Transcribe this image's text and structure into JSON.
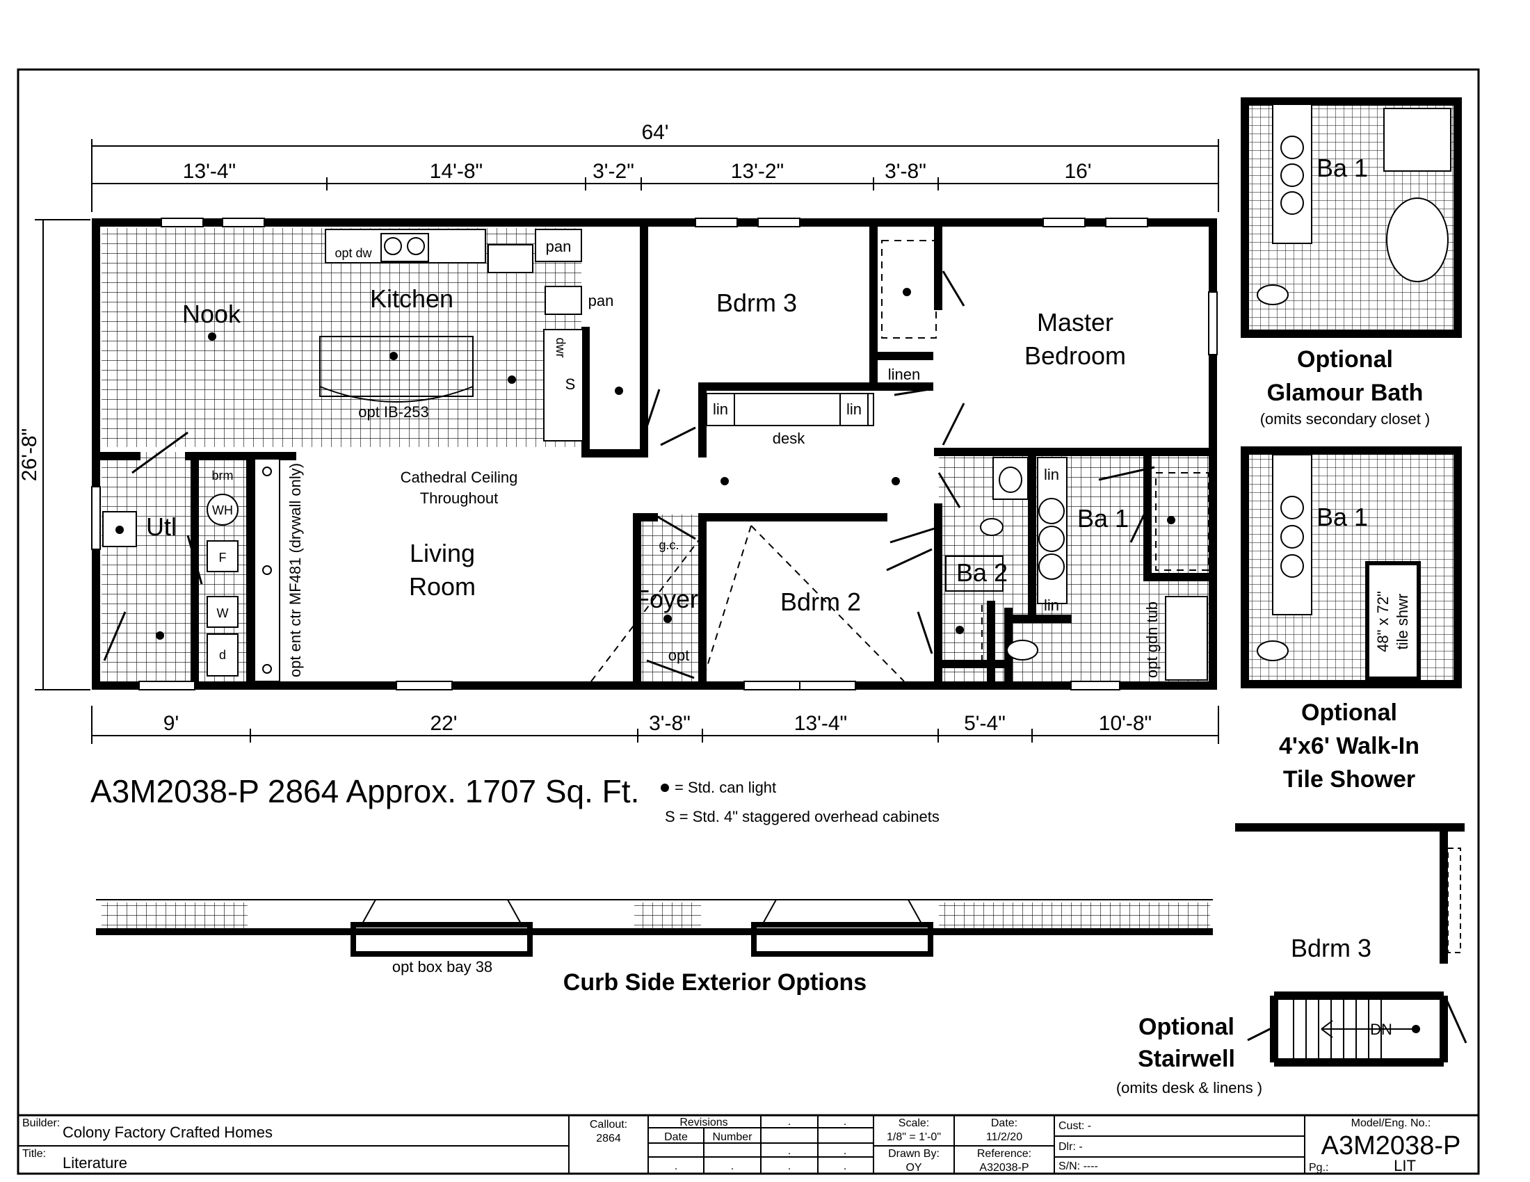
{
  "dimensions": {
    "overall_width": "64'",
    "overall_depth": "26'-8\"",
    "top": [
      "13'-4\"",
      "14'-8\"",
      "3'-2\"",
      "13'-2\"",
      "3'-8\"",
      "16'"
    ],
    "bottom": [
      "9'",
      "22'",
      "3'-8\"",
      "13'-4\"",
      "5'-4\"",
      "10'-8\""
    ]
  },
  "rooms": {
    "nook": "Nook",
    "kitchen": "Kitchen",
    "bdrm3": "Bdrm 3",
    "master_1": "Master",
    "master_2": "Bedroom",
    "utl": "Utl",
    "living_1": "Living",
    "living_2": "Room",
    "foyer": "Foyer",
    "bdrm2": "Bdrm 2",
    "ba1": "Ba 1",
    "ba2": "Ba 2"
  },
  "fixtures": {
    "opt_dw": "opt dw",
    "pan": "pan",
    "dwr": "dwr",
    "s": "S",
    "opt_island": "opt IB-253",
    "linen": "linen",
    "lin": "lin",
    "desk": "desk",
    "brm": "brm",
    "wh": "WH",
    "f": "F",
    "w": "W",
    "d": "d",
    "gc": "g.c.",
    "opt": "opt",
    "ent_ctr": "opt ent ctr MF481 (drywall only)",
    "cathedral_1": "Cathedral Ceiling",
    "cathedral_2": "Throughout",
    "gdn_tub": "opt gdn tub"
  },
  "model_line": "A3M2038-P 2864  Approx. 1707 Sq. Ft.",
  "legend": {
    "can_light": "= Std. can light",
    "cabinets": "S = Std. 4\" staggered overhead cabinets"
  },
  "curb_side": {
    "title": "Curb Side Exterior Options",
    "bay": "opt box bay 38"
  },
  "glamour_bath": {
    "title_1": "Optional",
    "title_2": "Glamour Bath",
    "note": "(omits secondary closet )",
    "room": "Ba 1"
  },
  "walkin_shower": {
    "title_1": "Optional",
    "title_2": "4'x6' Walk-In",
    "title_3": "Tile Shower",
    "room": "Ba 1",
    "size": "48\" x 72\"",
    "tile": "tile shwr"
  },
  "stairwell": {
    "room": "Bdrm 3",
    "title_1": "Optional",
    "title_2": "Stairwell",
    "note": "(omits desk & linens )",
    "dn": "DN"
  },
  "title_block": {
    "builder_label": "Builder:",
    "builder": "Colony Factory Crafted Homes",
    "title_label": "Title:",
    "title": "Literature",
    "callout_label": "Callout:",
    "callout": "2864",
    "revisions_label": "Revisions",
    "date_col": "Date",
    "number_col": "Number",
    "dot": ".",
    "scale_label": "Scale:",
    "scale": "1/8\" = 1'-0\"",
    "date_label": "Date:",
    "date": "11/2/20",
    "drawn_label": "Drawn By:",
    "drawn": "OY",
    "reference_label": "Reference:",
    "reference": "A32038-P",
    "cust": "Cust: -",
    "dlr": "Dlr:   -",
    "sn": "S/N:  ----",
    "model_label": "Model/Eng. No.:",
    "model": "A3M2038-P",
    "pg_label": "Pg.:",
    "pg": "LIT"
  }
}
